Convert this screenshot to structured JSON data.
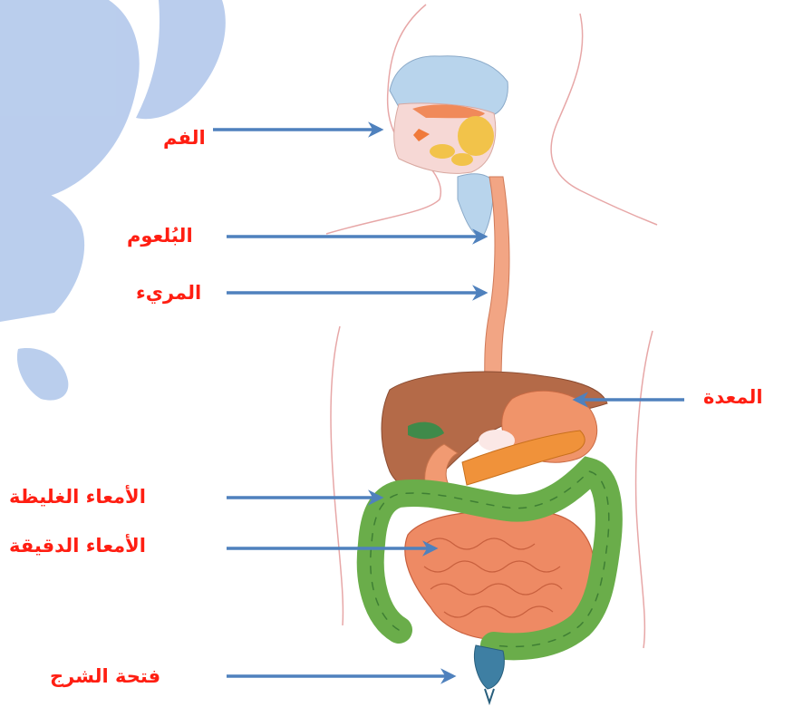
{
  "labels": {
    "mouth": "الفم",
    "pharynx": "البُلعوم",
    "esophagus": "المريء",
    "stomach": "المعدة",
    "large_intestine": "الأمعاء الغليظة",
    "small_intestine": "الأمعاء الدقيقة",
    "anus": "فتحة الشرج"
  },
  "colors": {
    "label_text": "#ff1e12",
    "arrow": "#4f81bd",
    "watermark": "#aec5ea",
    "body_outline": "#e7a7a7",
    "liver": "#b46a48",
    "stomach": "#f0946a",
    "large_intestine": "#6aad4a",
    "small_intestine": "#ee8a64",
    "esophagus": "#f2a584",
    "nasal_cavity": "#b8d4ec"
  }
}
